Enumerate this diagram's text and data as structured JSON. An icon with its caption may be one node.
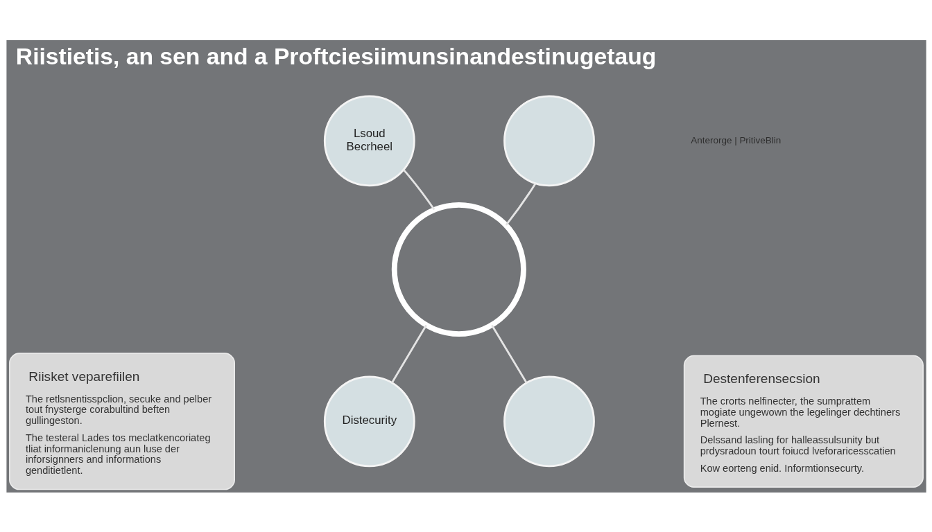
{
  "diagram": {
    "title": "Riistietis, an sen and a Proftciesiimunsinandestinugetaug",
    "nodes": [
      {
        "text": [],
        "shape": "circle"
      },
      {
        "text": [
          "Lsoud Becrheel"
        ]
      },
      {
        "text": [],
        "shape": "circle"
      },
      {
        "text": [
          "Distecurity"
        ]
      },
      {
        "text": [],
        "shape": "circle"
      },
      {
        "text": [
          "Riisket veparefiilen",
          "The retlsnentisspclion, secuke and pelber tout fnysterge corabultind beften gullingeston.",
          "The testeral Lades tos meclatkencoriateg tliat informaniclenung aun luse der inforsignners and informations genditietlent."
        ]
      },
      {
        "text": [
          "Destenferensecsion",
          "The crorts nelfinecter, the sumprattem mogiate ungewown the legelinger dechtiners Plernest.",
          "Delssand lasling for halleassulsunity but prdysradoun tourt foiucd lveforaricesscatien",
          "Kow eorteng enid. Informtionsecurty."
        ]
      }
    ],
    "edges": [
      {
        "from": 0,
        "to": 1,
        "arrow": "none"
      },
      {
        "from": 0,
        "to": 2,
        "arrow": "none"
      },
      {
        "from": 0,
        "to": 3,
        "arrow": "none"
      },
      {
        "from": 0,
        "to": 4,
        "arrow": "none"
      }
    ],
    "labels": [
      "Anterorge | PritiveBlin"
    ]
  }
}
